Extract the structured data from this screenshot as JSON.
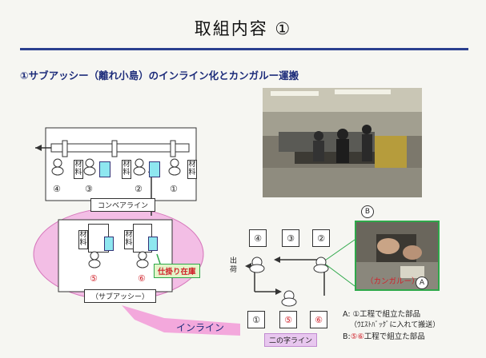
{
  "title": "取組内容 ①",
  "subtitle": "①サブアッシー（離れ小島）のインライン化とカンガルー運搬",
  "conveyor": {
    "label": "コンベアライン",
    "material": "材料",
    "stations": [
      "④",
      "③",
      "②",
      "①"
    ]
  },
  "subassy": {
    "label": "（サブアッシー）",
    "material": "材料",
    "stations": [
      "⑤",
      "⑥"
    ],
    "wip_label": "仕掛り在庫"
  },
  "inline_label": "インライン",
  "ushape": {
    "top_stations": [
      "④",
      "③",
      "②"
    ],
    "bottom_stations": [
      "①",
      "⑤",
      "⑥"
    ],
    "shipping_label": "出荷",
    "line_label": "二の字ライン"
  },
  "kangaroo": {
    "label": "（カンガルー）",
    "marker_a": "A",
    "marker_b": "B"
  },
  "notes": {
    "a_line1": "A: ①工程で組立た部品",
    "a_line2": "（ｳｴｽﾄﾊﾞｯｸﾞに入れて搬送）",
    "b_prefix": "B:",
    "b_nums": "⑤⑥",
    "b_suffix": "工程で組立た部品"
  },
  "colors": {
    "accent": "#2a3f8f",
    "red": "#d0222b",
    "pink": "#f3b9e4",
    "green": "#2ea84a",
    "cyan": "#8ee7f0"
  }
}
